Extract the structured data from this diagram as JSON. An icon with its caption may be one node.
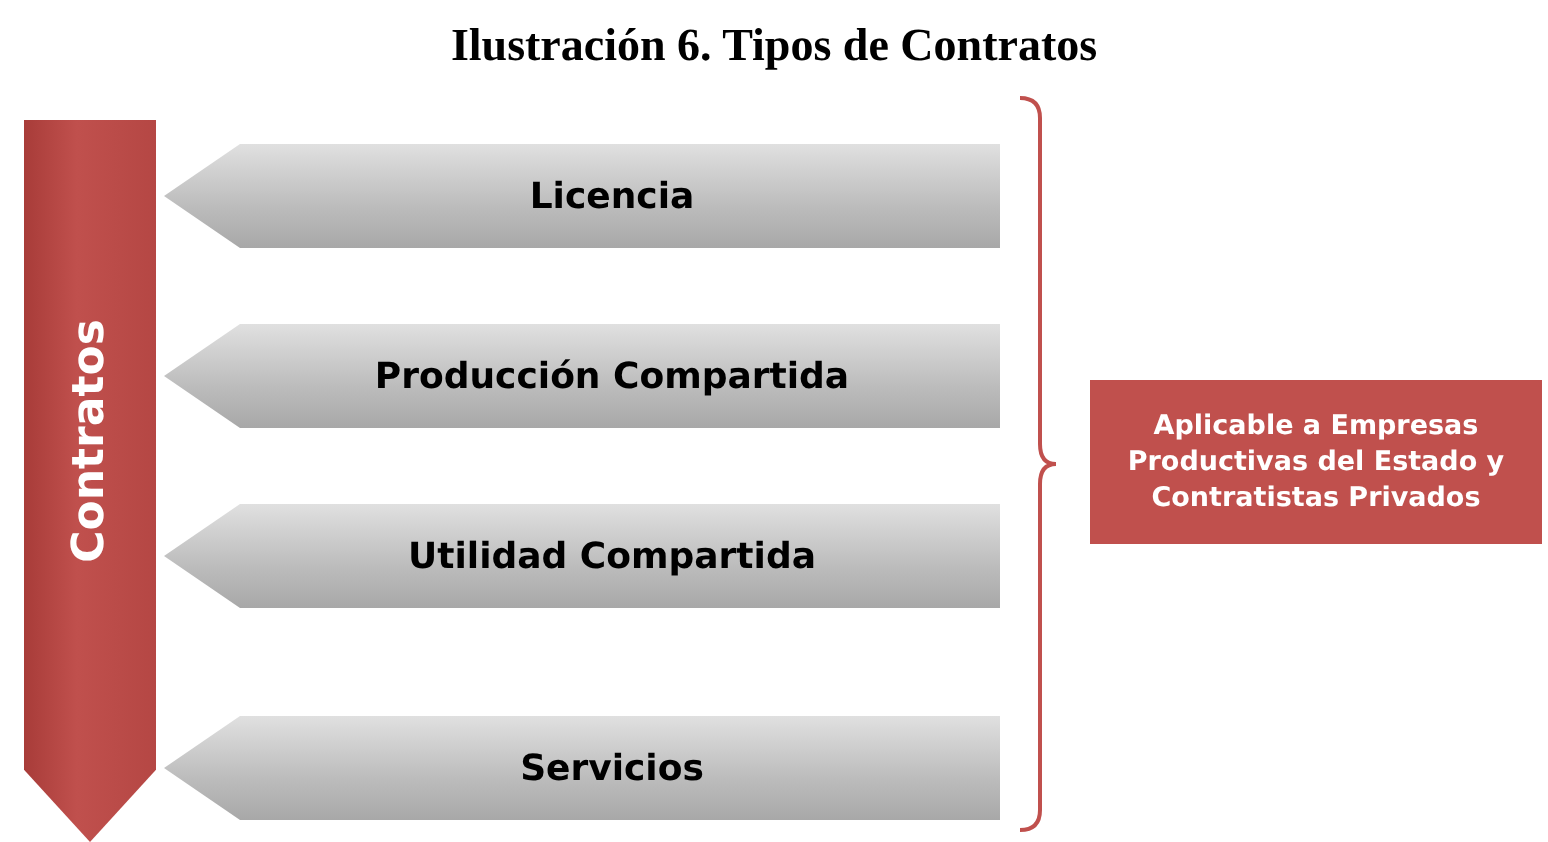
{
  "diagram": {
    "title": "Ilustración 6. Tipos de Contratos",
    "nodes": [
      {
        "text": [
          "Contratos"
        ]
      },
      {
        "text": [
          "Licencia"
        ]
      },
      {
        "text": [
          "Producción Compartida"
        ]
      },
      {
        "text": [
          "Utilidad Compartida"
        ]
      },
      {
        "text": [
          "Servicios"
        ]
      },
      {
        "text": [
          "Aplicable a Empresas Productivas del Estado y Contratistas Privados"
        ]
      }
    ]
  }
}
